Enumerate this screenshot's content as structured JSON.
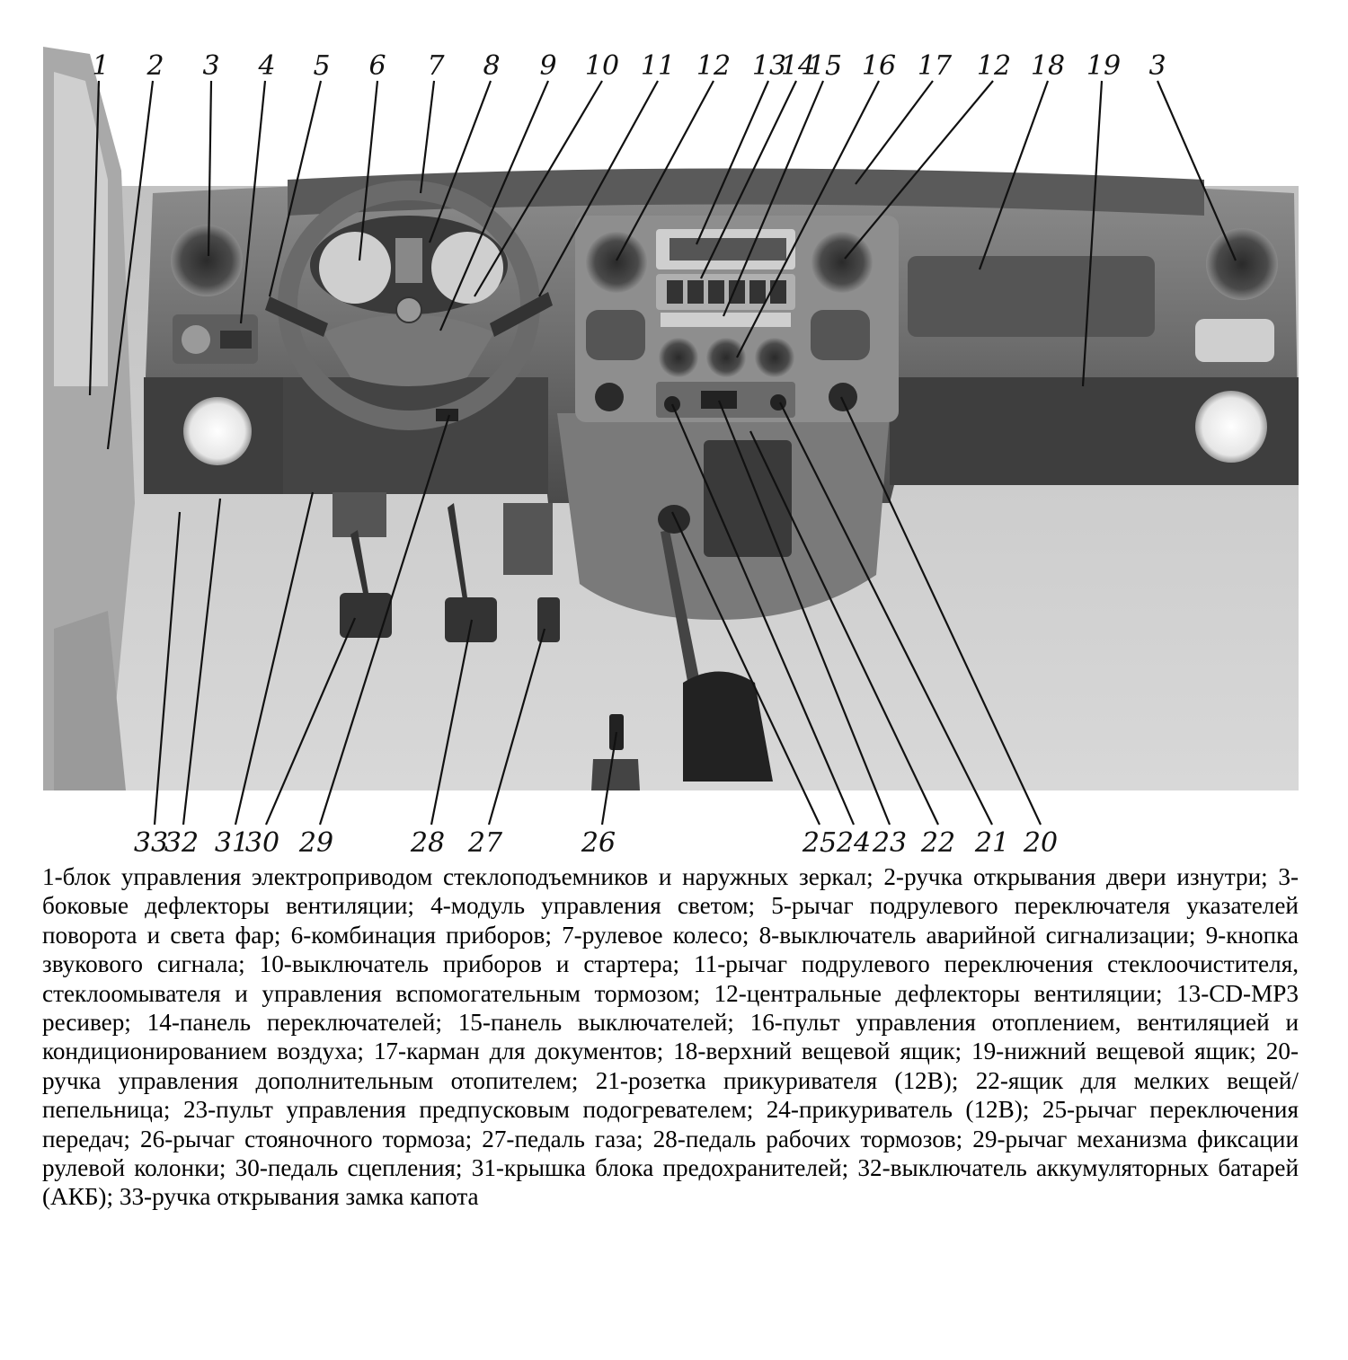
{
  "figure": {
    "callouts_top": [
      "1",
      "2",
      "3",
      "4",
      "5",
      "6",
      "7",
      "8",
      "9",
      "10",
      "11",
      "12",
      "13",
      "14",
      "15",
      "16",
      "17",
      "12",
      "18",
      "19",
      "3"
    ],
    "callouts_bottom": [
      "33",
      "32",
      "31",
      "30",
      "29",
      "28",
      "27",
      "26",
      "25",
      "24",
      "23",
      "22",
      "21",
      "20"
    ]
  },
  "caption": [
    "1-блок управления электроприводом стеклоподъемников и наружных зеркал; ",
    "2-ручка открывания двери изнутри; ",
    "3-боковые дефлекторы вентиляции; ",
    "4-модуль управления светом; ",
    "5-рычаг подрулевого переключателя указателей поворота и света фар; ",
    "6-комбинация приборов; ",
    "7-рулевое колесо; ",
    "8-выключатель аварийной сигнализации; ",
    "9-кнопка звукового сигнала; ",
    "10-выключатель приборов и стартера; ",
    "11-рычаг подрулевого переключения стеклоочистителя, стеклоомывателя и управления вспомогательным тормозом; ",
    "12-центральные дефлекторы вентиляции; ",
    "13-CD-MP3 ресивер; ",
    "14-панель переключателей; ",
    "15-панель выключателей; ",
    "16-пульт управления отоплением, вентиляцией и кондиционированием воздуха; ",
    "17-карман для документов; ",
    "18-верхний вещевой ящик; ",
    "19-нижний вещевой ящик; ",
    "20-ручка управления дополнительным отопителем; ",
    "21-розетка прикуривателя (12В); ",
    "22-ящик для мелких вещей/пепельница; ",
    "23-пульт управления предпусковым подогревателем; ",
    "24-прикуриватель (12В); ",
    "25-рычаг переключения передач; ",
    "26-рычаг стояночного тормоза; ",
    "27-педаль газа; ",
    "28-педаль рабочих тормозов; ",
    "29-рычаг механизма фиксации рулевой колонки; ",
    "30-педаль сцепления; ",
    "31-крышка блока предохранителей; ",
    "32-выключатель аккумуляторных батарей (АКБ); ",
    "33-ручка открывания замка капота"
  ]
}
